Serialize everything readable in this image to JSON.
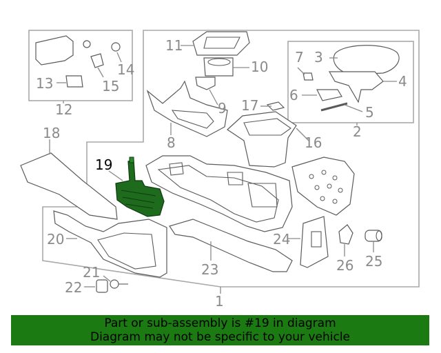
{
  "callouts": {
    "c1": "1",
    "c2": "2",
    "c3": "3",
    "c4": "4",
    "c5": "5",
    "c6": "6",
    "c7": "7",
    "c8": "8",
    "c9": "9",
    "c10": "10",
    "c11": "11",
    "c12": "12",
    "c13": "13",
    "c14": "14",
    "c15": "15",
    "c16": "16",
    "c17": "17",
    "c18": "18",
    "c19": "19",
    "c20": "20",
    "c21": "21",
    "c22": "22",
    "c23": "23",
    "c24": "24",
    "c25": "25",
    "c26": "26"
  },
  "highlight": {
    "part": "19",
    "color": "#1b7a12"
  },
  "banner": {
    "line1": "Part or sub-assembly is #19 in diagram",
    "line2": "Diagram may not be specific to your vehicle",
    "background": "#1b7a12"
  }
}
